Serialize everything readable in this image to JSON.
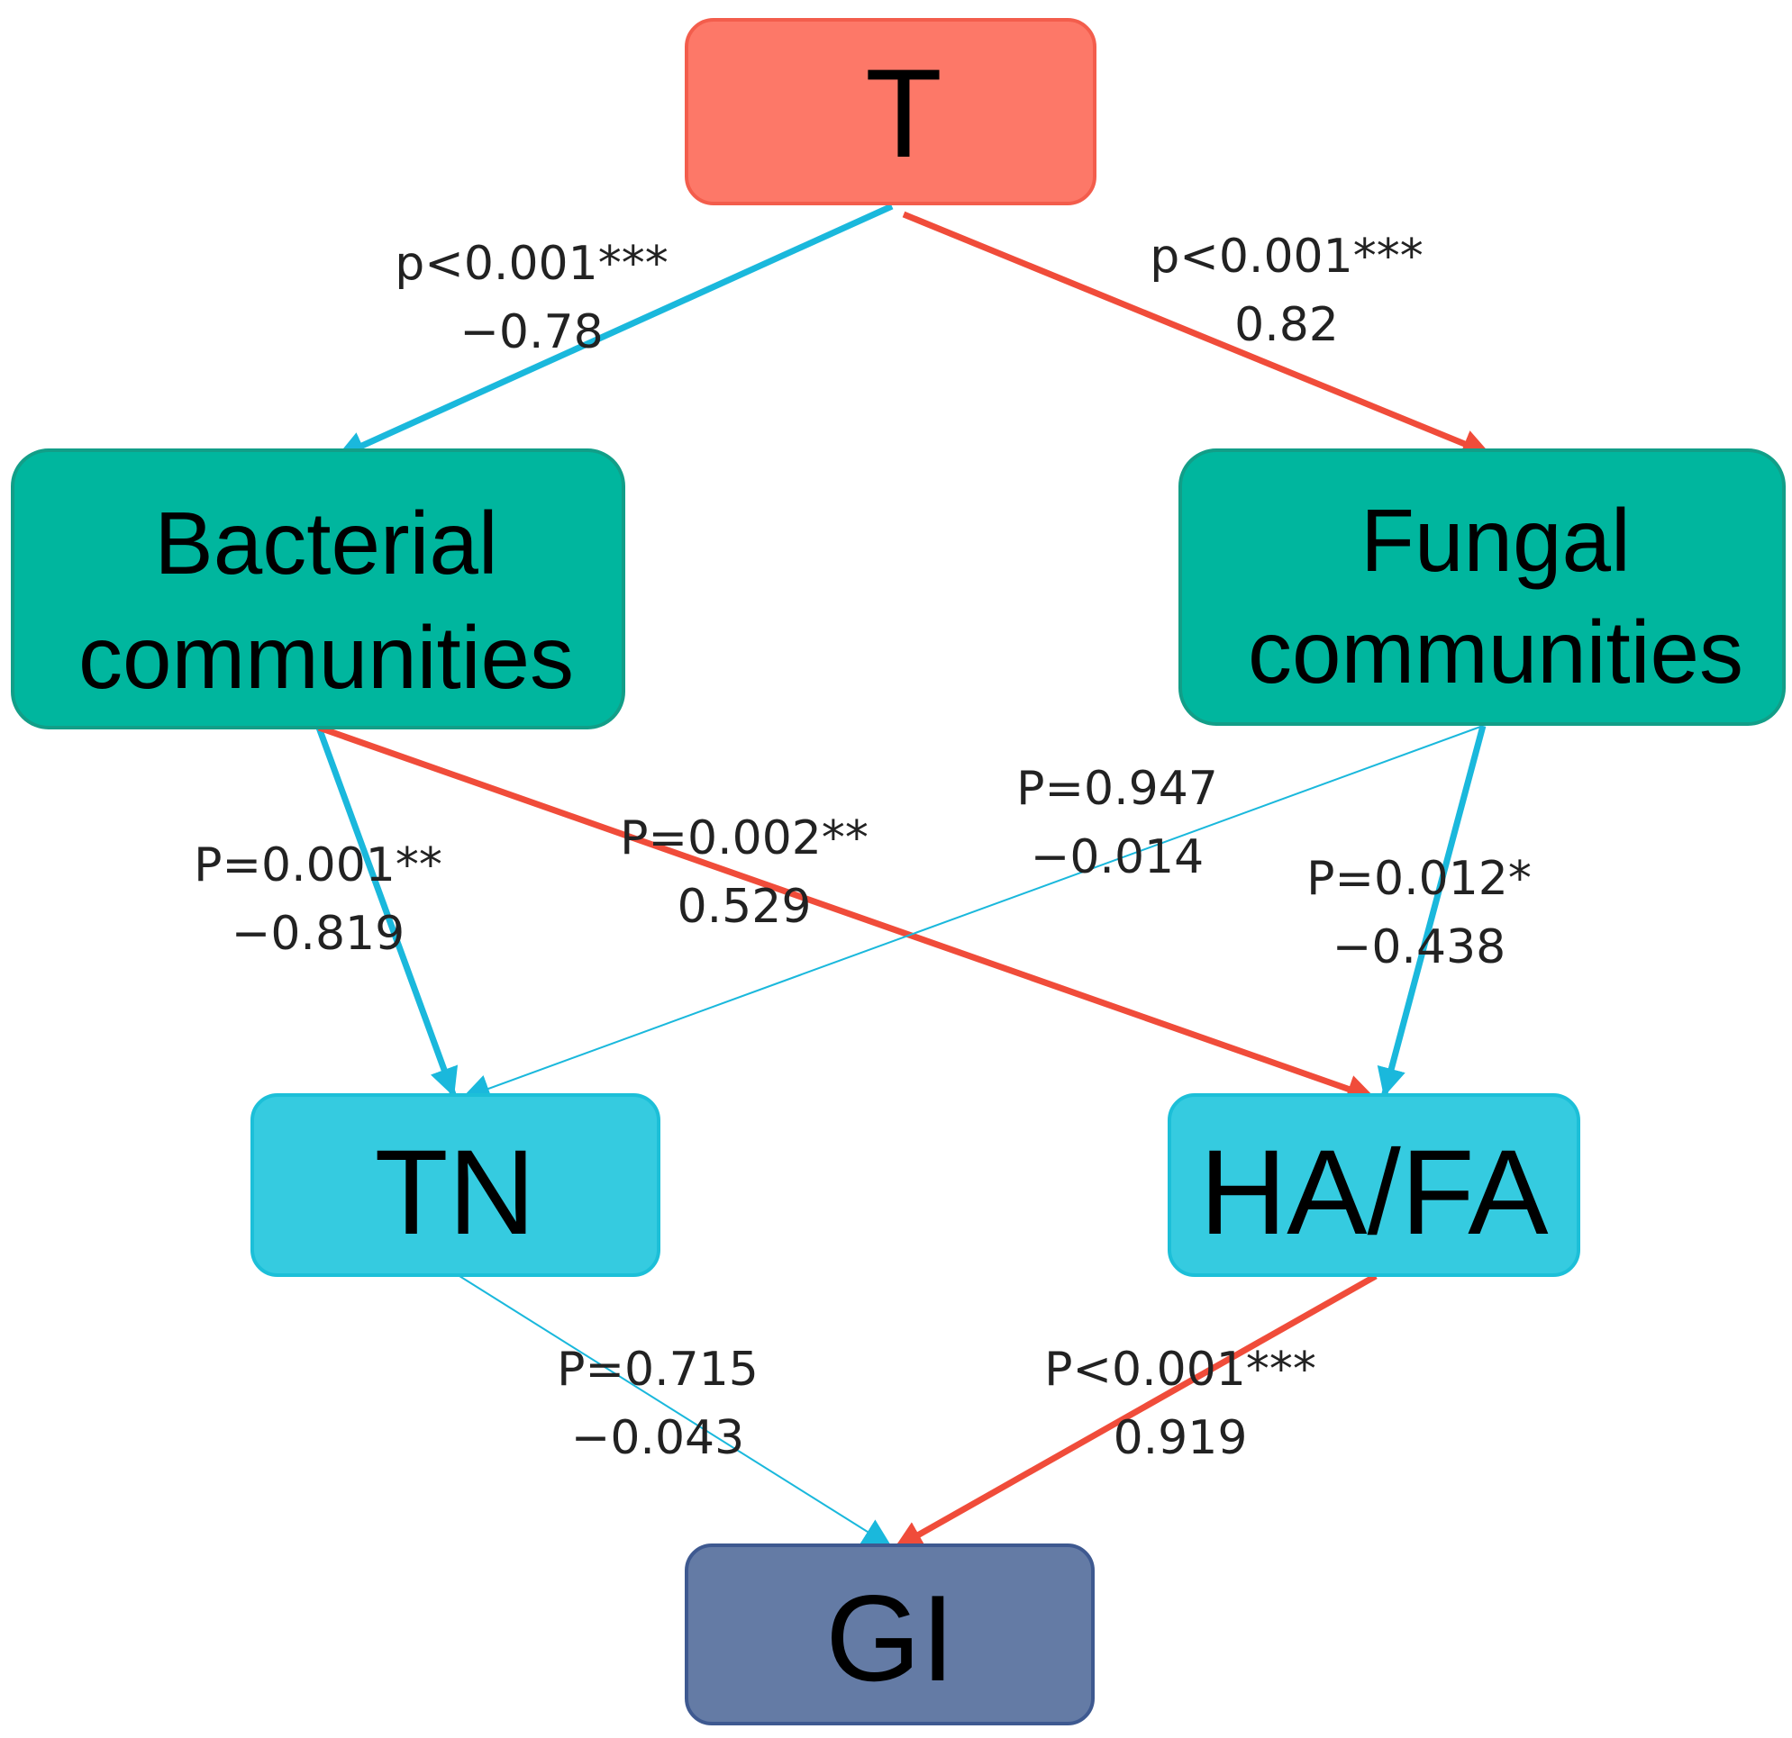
{
  "colors": {
    "negative": "#1ab8dc",
    "positive": "#f04c3a",
    "t_fill": "#fd7868",
    "t_stroke": "#f35d4c",
    "community_fill": "#00b69e",
    "community_stroke": "#129e88",
    "tn_fill": "#35cbe0",
    "tn_stroke": "#1cbfd8",
    "gi_fill": "#647ba5",
    "gi_stroke": "#3e5990"
  },
  "nodes": {
    "t": {
      "label": "T"
    },
    "bacterial": {
      "line1": "Bacterial",
      "line2": "communities"
    },
    "fungal": {
      "line1": "Fungal",
      "line2": "communities"
    },
    "tn": {
      "label": "TN"
    },
    "hafa": {
      "label": "HA/FA"
    },
    "gi": {
      "label": "GI"
    }
  },
  "edges": {
    "t_bacterial": {
      "p": "p<0.001***",
      "coef": "−0.78"
    },
    "t_fungal": {
      "p": "p<0.001***",
      "coef": "0.82"
    },
    "bacterial_tn": {
      "p": "P=0.001**",
      "coef": "−0.819"
    },
    "bacterial_hafa": {
      "p": "P=0.002**",
      "coef": "0.529"
    },
    "fungal_tn": {
      "p": "P=0.947",
      "coef": "−0.014"
    },
    "fungal_hafa": {
      "p": "P=0.012*",
      "coef": "−0.438"
    },
    "tn_gi": {
      "p": "P=0.715",
      "coef": "−0.043"
    },
    "hafa_gi": {
      "p": "P<0.001***",
      "coef": "0.919"
    }
  }
}
